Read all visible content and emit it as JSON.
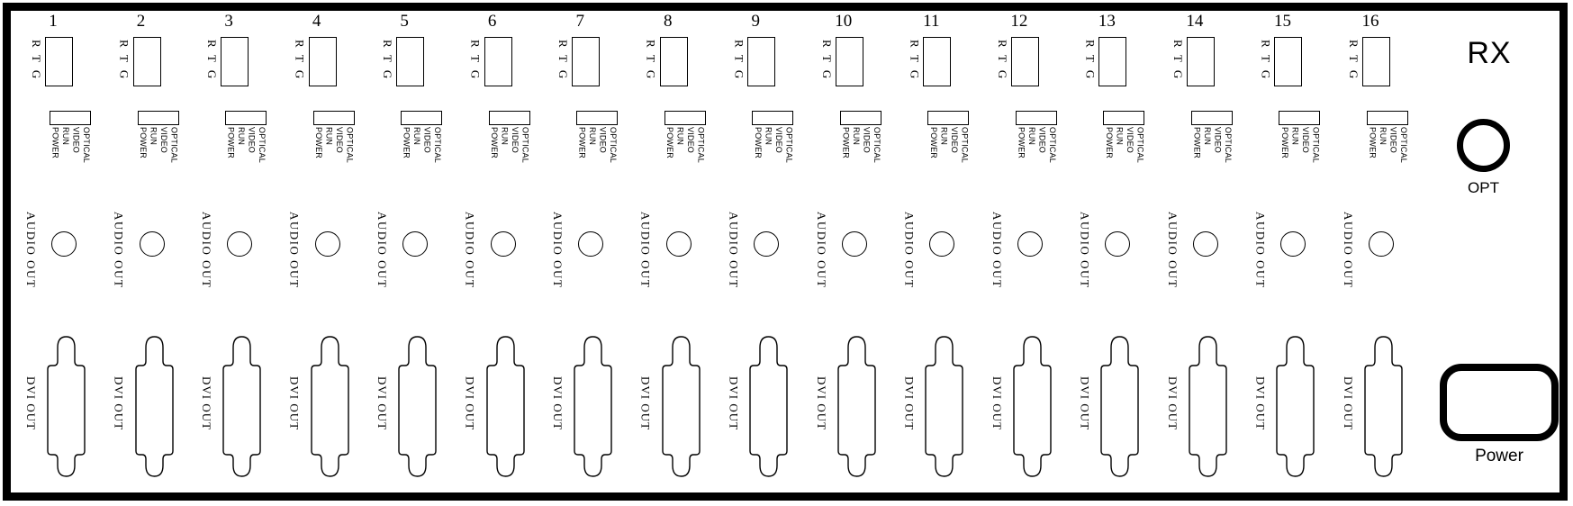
{
  "panel": {
    "device_label": "RX",
    "opt_label": "OPT",
    "power_label": "Power"
  },
  "channel_template": {
    "rtg_label": "RTG",
    "led_labels": [
      "OPTICAL",
      "VIDEO",
      "RUN",
      "POWER"
    ],
    "audio_label": "AUDIO OUT",
    "dvi_label": "DVI OUT"
  },
  "channels": [
    "1",
    "2",
    "3",
    "4",
    "5",
    "6",
    "7",
    "8",
    "9",
    "10",
    "11",
    "12",
    "13",
    "14",
    "15",
    "16"
  ]
}
